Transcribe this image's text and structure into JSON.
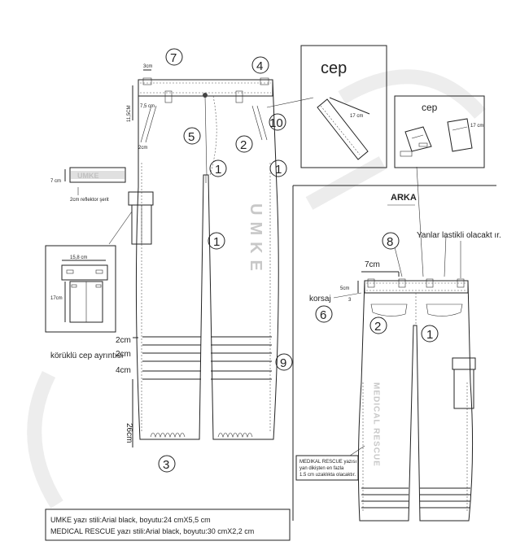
{
  "marks": {
    "m7": "7",
    "m4": "4",
    "m10": "10",
    "m5": "5",
    "m2": "2",
    "m1a": "1",
    "m1b": "1",
    "m1c": "1",
    "m9": "9",
    "m3": "3",
    "m8": "8",
    "m6": "6",
    "m2b": "2",
    "m1d": "1"
  },
  "dims": {
    "d3cm": "3cm",
    "d11": "11,5CM",
    "d75": "7,5 cm",
    "d2cm": "2cm",
    "d7cm": "7 cm",
    "d158": "15,8 cm",
    "d17": "17cm",
    "band1": "2cm",
    "band2": "2cm",
    "band3": "4cm",
    "d26": "26cm",
    "pocket17": "17 cm",
    "b7cm": "7cm",
    "b5cm": "5cm",
    "b3": "3"
  },
  "labels": {
    "cep1": "cep",
    "cep2": "cep",
    "arka": "ARKA",
    "lastik": "Yanlar lastikli olacakt ır.",
    "korsaj": "korsaj",
    "umke_patch": "UMKE",
    "reflector": "2cm reflektor şerit",
    "korukluCep": "körüklü cep ayrıntısı",
    "medical_vertical": "MEDICAL RESCUE",
    "umke_vertical": "UMKE",
    "medNote1": "MEDIKAL RESCUE yazısı",
    "medNote2": "yan dikişten en fazla",
    "medNote3": "1.5 cm uzaklıkta olacaktır."
  },
  "footer": {
    "line1": "UMKE yazı stili:Arial black, boyutu:24 cmX5,5 cm",
    "line2": "MEDICAL RESCUE yazı stili:Arial black, boyutu:30 cmX2,2 cm"
  }
}
